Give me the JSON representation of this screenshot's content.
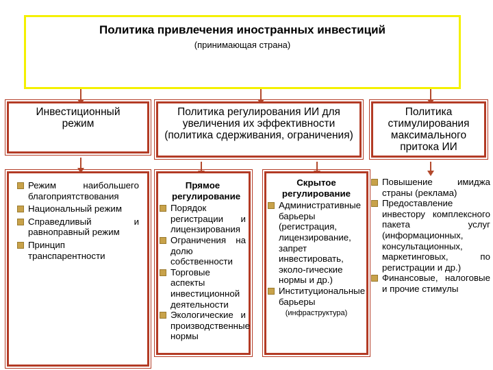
{
  "top": {
    "title": "Политика привлечения иностранных инвестиций",
    "subtitle": "(принимающая страна)"
  },
  "col1": {
    "header": "Инвестиционный режим",
    "items": [
      "Режим наибольшего благоприятствования",
      "Национальный режим",
      "Справедливый и равноправный режим",
      "Принцип транспарентности"
    ]
  },
  "col2": {
    "header": "Политика регулирования ИИ для увеличения их эффективности (политика сдерживания, ограничения)",
    "direct": {
      "title": "Прямое регулирование",
      "items": [
        "Порядок регистрации и лицензирования",
        "Ограничения на долю собственности",
        "Торговые аспекты инвестиционной деятельности",
        "Экологические и производственные нормы"
      ]
    },
    "hidden": {
      "title": "Скрытое регулирование",
      "items": [
        "Административные барьеры (регистрация, лицензирование, запрет инвестировать, эколо-гические нормы и др.)",
        "Институциональные барьеры"
      ],
      "note": "(инфраструктура)"
    }
  },
  "col3": {
    "header": "Политика стимулирования максимального притока ИИ",
    "items": [
      "Повышение имиджа страны (реклама)",
      "Предоставление инвестору комплексного пакета услуг (информационных, консультационных, маркетинговых, по регистрации и др.)",
      "Финансовые, налоговые и прочие стимулы"
    ]
  },
  "colors": {
    "frame": "#b33b25",
    "top_border": "#f4f000",
    "bullet": "#c8a24a"
  }
}
